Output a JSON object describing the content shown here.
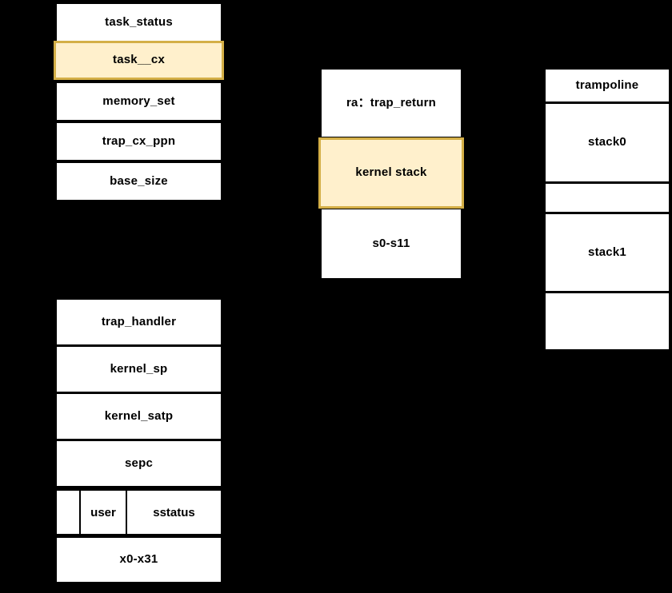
{
  "diagram": {
    "title": "Task control block / trap context / kernel address space layout",
    "background_color": "#000000",
    "box_fill": "#ffffff",
    "box_border": "#000000",
    "highlight_fill": "#fff0cc",
    "highlight_border": "#d4af47",
    "text_color": "#000000"
  },
  "task_control_block": {
    "name": "task-control-block-column",
    "rows": [
      {
        "label": "task_status",
        "highlighted": false
      },
      {
        "label": "task__cx",
        "highlighted": true
      },
      {
        "label": "memory_set",
        "highlighted": false
      },
      {
        "label": "trap_cx_ppn",
        "highlighted": false
      },
      {
        "label": "base_size",
        "highlighted": false
      }
    ]
  },
  "task_context": {
    "name": "task-context-column",
    "rows": [
      {
        "label": "ra：trap_return",
        "highlighted": false
      },
      {
        "label": "kernel stack",
        "highlighted": true
      },
      {
        "label": "s0-s11",
        "highlighted": false
      }
    ]
  },
  "kernel_space": {
    "name": "kernel-address-space-column",
    "rows": [
      {
        "label": "trampoline",
        "highlighted": false
      },
      {
        "label": "stack0",
        "highlighted": false
      },
      {
        "label": "",
        "highlighted": false
      },
      {
        "label": "stack1",
        "highlighted": false
      },
      {
        "label": "",
        "highlighted": false
      }
    ]
  },
  "trap_context": {
    "name": "trap-context-column",
    "rows": [
      {
        "label": "trap_handler",
        "highlighted": false
      },
      {
        "label": "kernel_sp",
        "highlighted": false
      },
      {
        "label": "kernel_satp",
        "highlighted": false
      },
      {
        "label": "sepc",
        "highlighted": false
      }
    ],
    "split_row": {
      "cells": [
        {
          "label": ""
        },
        {
          "label": "user"
        },
        {
          "label": "sstatus"
        }
      ]
    },
    "last_row": {
      "label": "x0-x31"
    }
  }
}
